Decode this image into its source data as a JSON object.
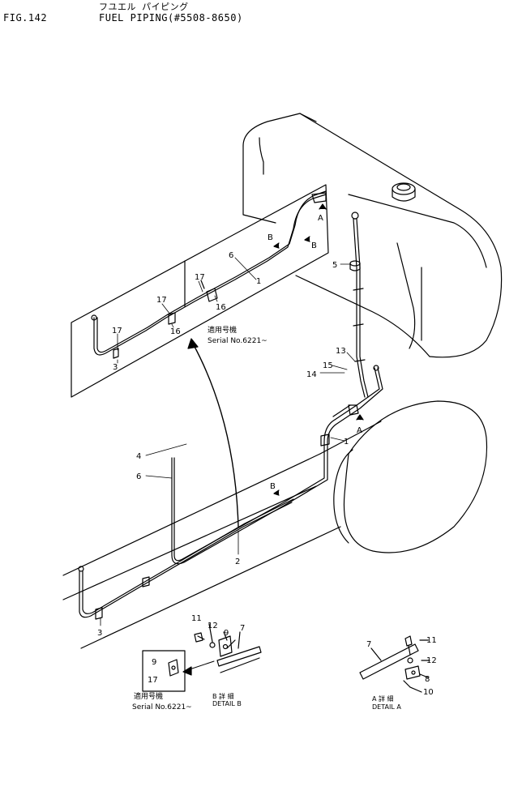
{
  "header": {
    "figure": "FIG.142",
    "title_kana": "フユエル パイピング",
    "title": "FUEL PIPING(#5508-8650)"
  },
  "callouts": [
    "1",
    "1",
    "2",
    "3",
    "3",
    "4",
    "5",
    "6",
    "6",
    "7",
    "7",
    "8",
    "9",
    "9",
    "10",
    "11",
    "11",
    "12",
    "12",
    "13",
    "14",
    "15",
    "16",
    "16",
    "17",
    "17",
    "17",
    "17"
  ],
  "markers": [
    "A",
    "A",
    "B",
    "B",
    "B"
  ],
  "notes": {
    "applicable_jp": "適用号機",
    "serial": "Serial No.6221~"
  },
  "details": {
    "b": {
      "jp": "B 詳 細",
      "label": "DETAIL B"
    },
    "a": {
      "jp": "A 詳 細",
      "label": "DETAIL A"
    }
  }
}
